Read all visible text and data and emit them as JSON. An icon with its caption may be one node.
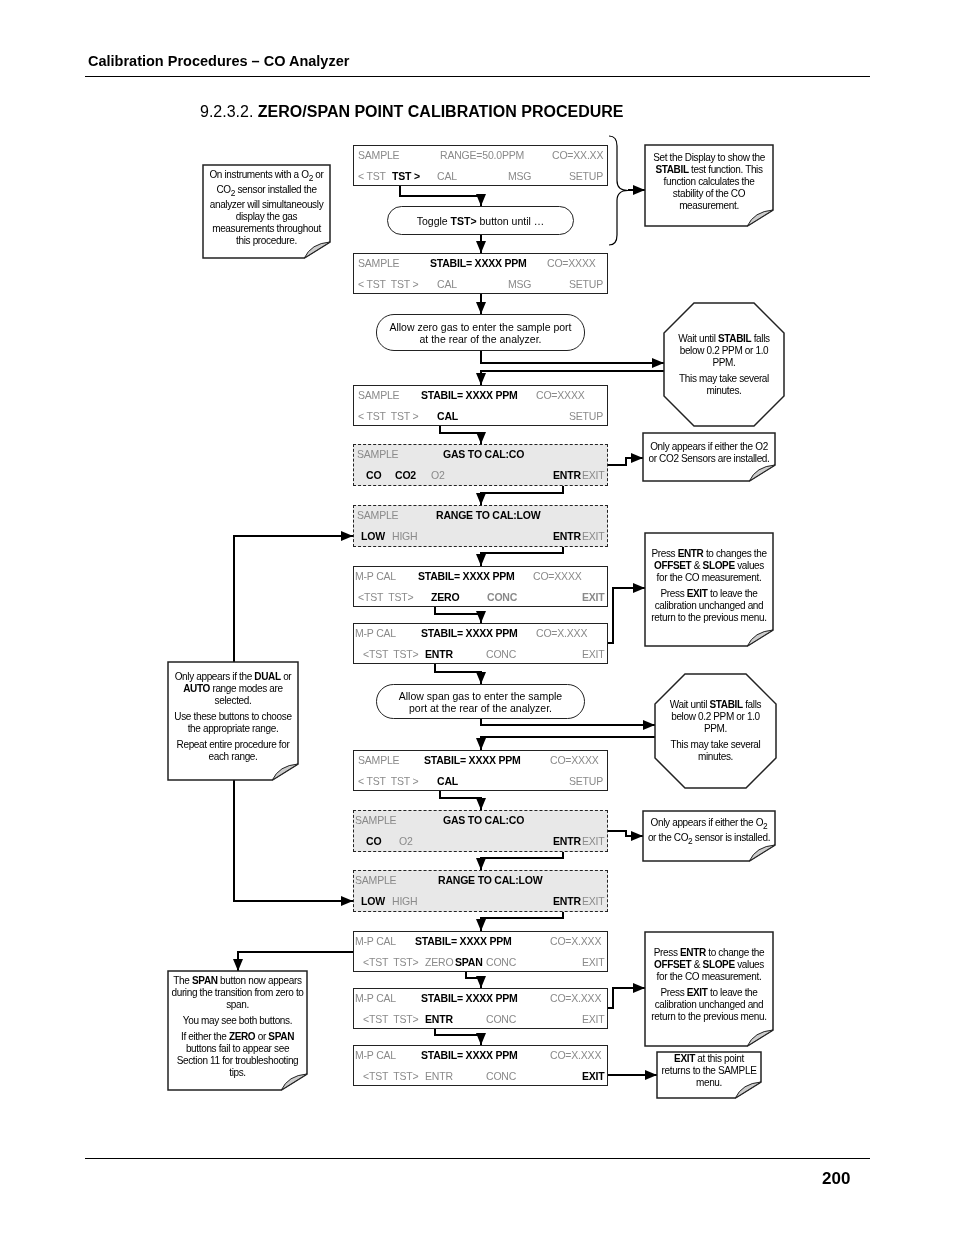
{
  "diagram": {
    "title": "9.2.3.2. **ZERO/SPAN POINT CALIBRATION PROCEDURE**",
    "nodes": [
      {
        "text": [
          "SAMPLE",
          "RANGE=50.0PPM",
          "CO=XX.XX",
          "< TST",
          "TST >",
          "CAL",
          "MSG",
          "SETUP"
        ]
      },
      {
        "text": [
          "Set the Display to show the **STABIL** test function. This function calculates the stability of the CO measurement."
        ]
      },
      {
        "text": [
          "On instruments with a O$_{2}$ or CO$_{2}$ sensor installed the analyzer will simultaneously display the gas measurements throughout this procedure."
        ]
      },
      {
        "text": [
          "Toggle **TST>** button until …"
        ]
      },
      {
        "text": [
          "SAMPLE",
          "STABIL= XXXX PPM",
          "CO=XXXX",
          "< TST  TST >",
          "CAL",
          "MSG",
          "SETUP"
        ]
      },
      {
        "text": [
          "Allow zero gas to enter the sample port at the rear of the analyzer."
        ]
      },
      {
        "text": [
          "Wait until **STABIL** falls below 0.2 PPM or 1.0 PPM.",
          "This may take several minutes."
        ]
      },
      {
        "text": [
          "SAMPLE",
          "STABIL= XXXX PPM",
          "CO=XXXX",
          "< TST  TST >",
          "CAL",
          "SETUP"
        ]
      },
      {
        "text": [
          "SAMPLE",
          "GAS TO CAL:CO",
          "CO",
          "CO2",
          "O2",
          "ENTR",
          "EXIT"
        ]
      },
      {
        "text": [
          "Only appears if either the O2 or CO2 Sensors are installed."
        ]
      },
      {
        "text": [
          "SAMPLE",
          "RANGE TO CAL:LOW",
          "LOW",
          "HIGH",
          "ENTR",
          "EXIT"
        ]
      },
      {
        "text": [
          "M-P CAL",
          "STABIL= XXXX PPM",
          "CO=XXXX",
          "<TST  TST>",
          "ZERO",
          "CONC",
          "EXIT"
        ]
      },
      {
        "text": [
          "Press **ENTR** to changes the **OFFSET** & **SLOPE** values for the CO measurement.",
          "Press **EXIT** to leave the calibration unchanged and return to the previous menu."
        ]
      },
      {
        "text": [
          "M-P CAL",
          "STABIL= XXXX PPM",
          "CO=X.XXX",
          "<TST  TST>",
          "ENTR",
          "CONC",
          "EXIT"
        ]
      },
      {
        "text": [
          "Only appears if the **DUAL** or **AUTO** range modes are selected.",
          "Use these buttons to choose the appropriate range.",
          "Repeat entire procedure for each range."
        ]
      },
      {
        "text": [
          "Allow span gas to enter the sample port at the rear of the analyzer."
        ]
      },
      {
        "text": [
          "Wait until **STABIL** falls below 0.2 PPM or 1.0 PPM.",
          "This may take several minutes."
        ]
      },
      {
        "text": [
          "SAMPLE",
          "STABIL= XXXX PPM",
          "CO=XXXX",
          "< TST  TST >",
          "CAL",
          "SETUP"
        ]
      },
      {
        "text": [
          "SAMPLE",
          "GAS TO CAL:CO",
          "CO",
          "O2",
          "ENTR",
          "EXIT"
        ]
      },
      {
        "text": [
          "Only appears if either the O$_{2}$ or the CO$_{2}$ sensor is installed."
        ]
      },
      {
        "text": [
          "SAMPLE",
          "RANGE TO CAL:LOW",
          "LOW",
          "HIGH",
          "ENTR",
          "EXIT"
        ]
      },
      {
        "text": [
          "M-P CAL",
          "STABIL= XXXX PPM",
          "CO=X.XXX",
          "<TST  TST>",
          "ZERO",
          "SPAN",
          "CONC",
          "EXIT"
        ]
      },
      {
        "text": [
          "The **SPAN** button now appears during the transition from zero to span.",
          "You may see both buttons.",
          "If either the **ZERO** or **SPAN** buttons fail to appear see Section 11 for troubleshooting tips."
        ]
      },
      {
        "text": [
          "Press **ENTR** to change the **OFFSET** & **SLOPE** values for the CO measurement.",
          "Press **EXIT** to leave the calibration unchanged and return to the previous menu."
        ]
      },
      {
        "text": [
          "M-P CAL",
          "STABIL= XXXX PPM",
          "CO=X.XXX",
          "<TST  TST>",
          "ENTR",
          "CONC",
          "EXIT"
        ]
      },
      {
        "text": [
          "M-P CAL",
          "STABIL= XXXX PPM",
          "CO=X.XXX",
          "<TST  TST>",
          "ENTR",
          "CONC",
          "EXIT"
        ]
      },
      {
        "text": [
          "**EXIT** at this point returns to the SAMPLE menu."
        ]
      },
      {
        "text": [],
        "shape": "brace"
      }
    ],
    "edges": [
      {
        "from": 0,
        "to": 3,
        "arrow": "to"
      },
      {
        "from": 3,
        "to": 4,
        "arrow": "to"
      },
      {
        "from": 27,
        "to": 1,
        "arrow": "to"
      },
      {
        "from": 4,
        "to": 5,
        "arrow": "to"
      },
      {
        "from": 5,
        "to": 6,
        "arrow": "to"
      },
      {
        "from": 6,
        "to": 7,
        "arrow": "to"
      },
      {
        "from": 7,
        "to": 8,
        "arrow": "to"
      },
      {
        "from": 8,
        "to": 9,
        "arrow": "to"
      },
      {
        "from": 8,
        "to": 10,
        "arrow": "to"
      },
      {
        "from": 10,
        "to": 11,
        "arrow": "to"
      },
      {
        "from": 11,
        "to": 13,
        "arrow": "to"
      },
      {
        "from": 13,
        "to": 12,
        "arrow": "to"
      },
      {
        "from": 13,
        "to": 15,
        "arrow": "to"
      },
      {
        "from": 15,
        "to": 16,
        "arrow": "to"
      },
      {
        "from": 16,
        "to": 17,
        "arrow": "to"
      },
      {
        "from": 17,
        "to": 18,
        "arrow": "to"
      },
      {
        "from": 18,
        "to": 19,
        "arrow": "to"
      },
      {
        "from": 18,
        "to": 20,
        "arrow": "to"
      },
      {
        "from": 14,
        "to": 10,
        "arrow": "to"
      },
      {
        "from": 14,
        "to": 20,
        "arrow": "to"
      },
      {
        "from": 20,
        "to": 21,
        "arrow": "to"
      },
      {
        "from": 21,
        "to": 22,
        "arrow": "to"
      },
      {
        "from": 21,
        "to": 24,
        "arrow": "to"
      },
      {
        "from": 24,
        "to": 23,
        "arrow": "to"
      },
      {
        "from": 24,
        "to": 25,
        "arrow": "to"
      },
      {
        "from": 25,
        "to": 26,
        "arrow": "to"
      }
    ],
    "labels": [
      "Calibration Procedures – CO Analyzer",
      "200"
    ]
  }
}
